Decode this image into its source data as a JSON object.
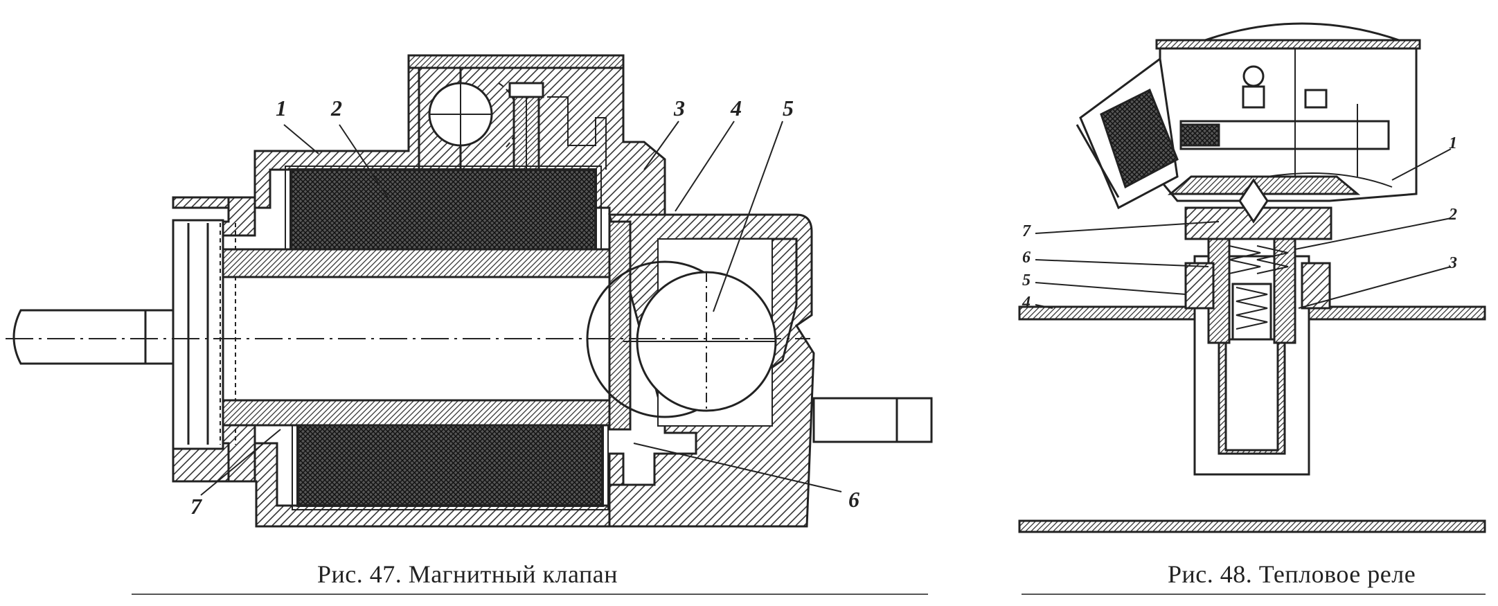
{
  "figure_47": {
    "caption": "Рис. 47. Магнитный клапан",
    "labels": [
      "1",
      "2",
      "3",
      "4",
      "5",
      "6",
      "7"
    ]
  },
  "figure_48": {
    "caption": "Рис. 48. Тепловое реле",
    "labels": [
      "1",
      "2",
      "3",
      "4",
      "5",
      "6",
      "7"
    ]
  },
  "colors": {
    "ink": "#222222",
    "paper": "#ffffff",
    "coil": "#333333"
  }
}
